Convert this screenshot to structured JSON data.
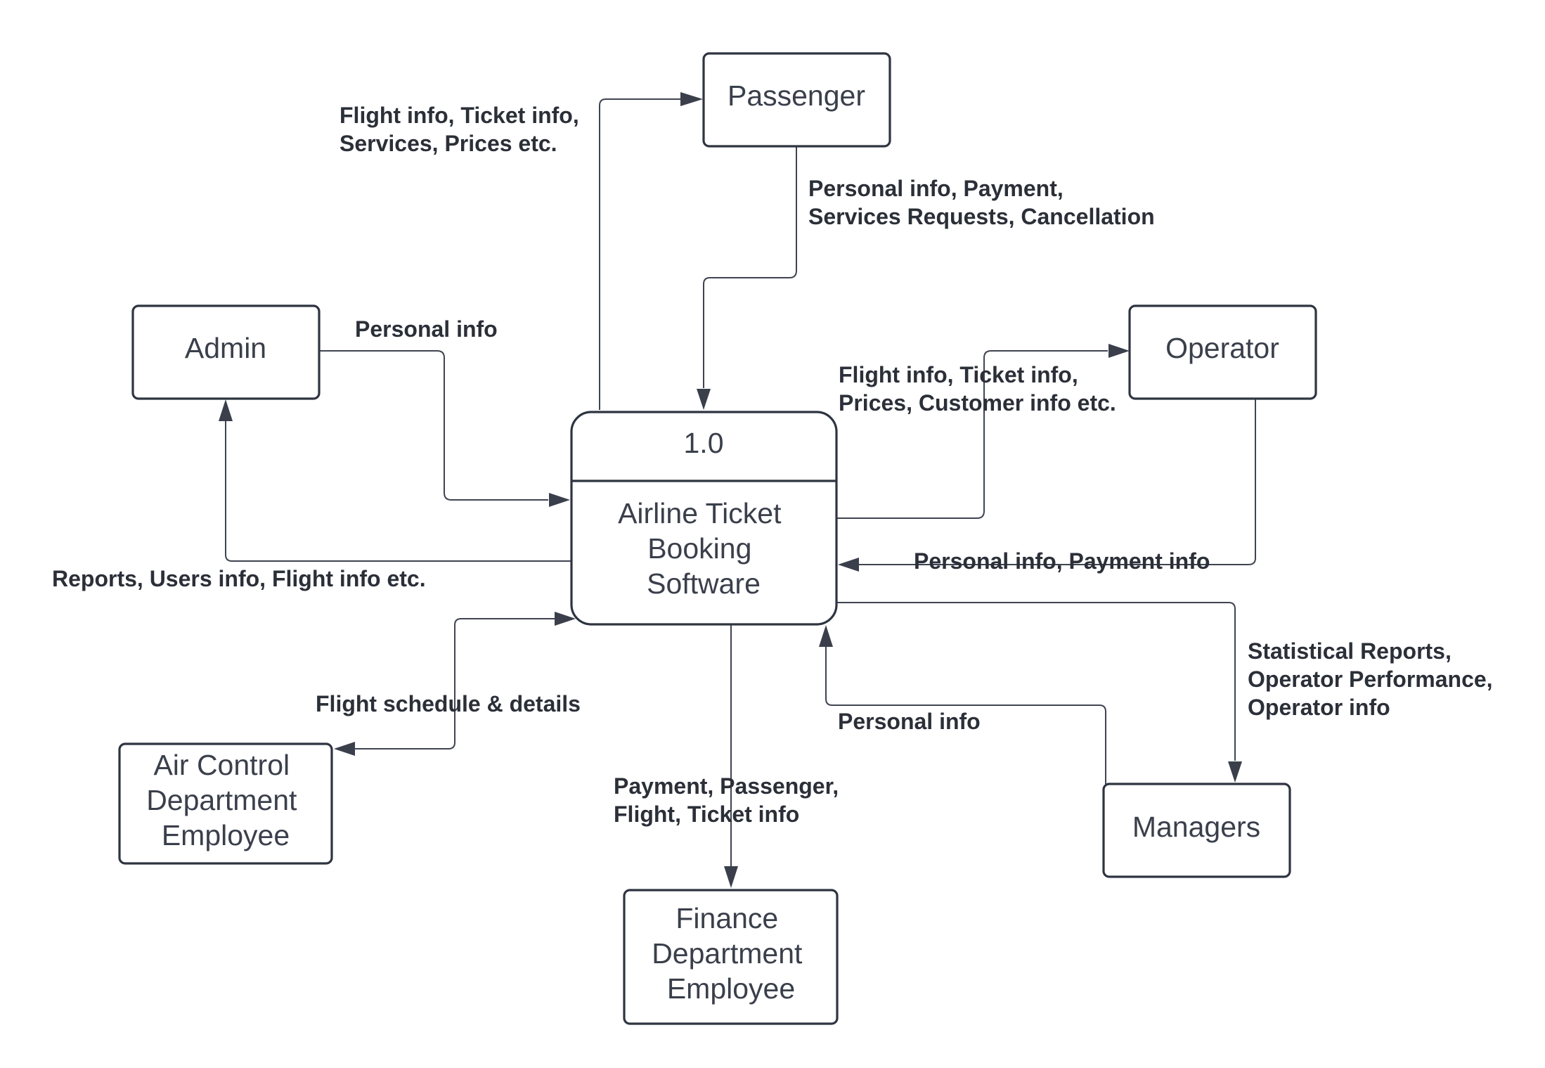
{
  "process": {
    "id": "1.0",
    "name_lines": [
      "Airline Ticket",
      "Booking",
      "Software"
    ]
  },
  "entities": {
    "passenger": [
      "Passenger"
    ],
    "admin": [
      "Admin"
    ],
    "operator": [
      "Operator"
    ],
    "air_control": [
      "Air Control",
      "Department",
      "Employee"
    ],
    "finance": [
      "Finance",
      "Department",
      "Employee"
    ],
    "managers": [
      "Managers"
    ]
  },
  "flows": {
    "to_passenger": [
      "Flight info, Ticket info,",
      "Services, Prices etc."
    ],
    "from_passenger": [
      "Personal info, Payment,",
      "Services Requests, Cancellation"
    ],
    "from_admin": [
      "Personal info"
    ],
    "to_admin": [
      "Reports, Users info, Flight info etc."
    ],
    "to_operator": [
      "Flight info, Ticket info,",
      "Prices, Customer info etc."
    ],
    "from_operator": [
      "Personal info, Payment info"
    ],
    "air_control": [
      "Flight schedule & details"
    ],
    "to_finance": [
      "Payment, Passenger,",
      "Flight, Ticket info"
    ],
    "from_managers": [
      "Personal info"
    ],
    "to_managers": [
      "Statistical Reports,",
      "Operator Performance,",
      "Operator info"
    ]
  },
  "colors": {
    "stroke": "#2e3440",
    "text": "#3a3f4b",
    "label": "#2b2f38",
    "background": "#ffffff"
  }
}
